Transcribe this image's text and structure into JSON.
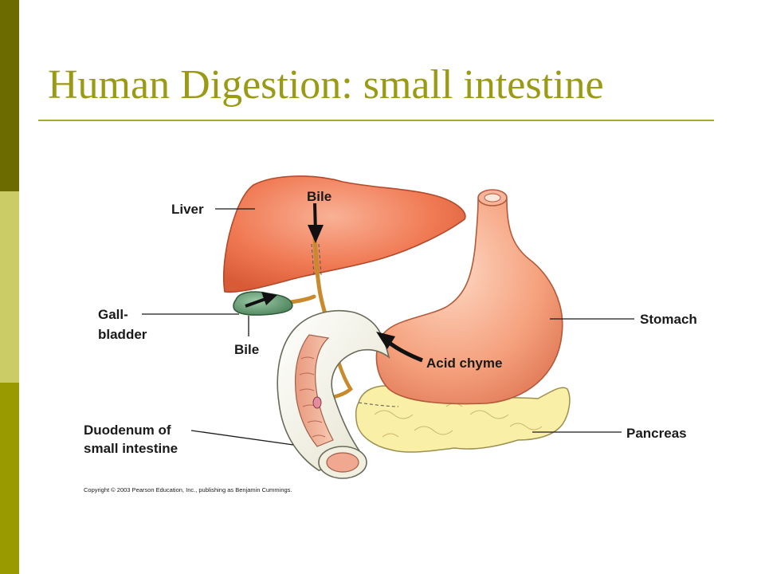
{
  "slide": {
    "title": "Human Digestion: small intestine",
    "colors": {
      "title": "#9a9a14",
      "rule": "#a8a82a",
      "bar_top": "#6b6b00",
      "bar_middle": "#cccc66",
      "bar_bottom": "#999900"
    }
  },
  "diagram": {
    "labels": {
      "liver": "Liver",
      "bile_top": "Bile",
      "gall_line1": "Gall-",
      "gall_line2": "bladder",
      "bile_bottom": "Bile",
      "stomach": "Stomach",
      "acid_chyme": "Acid chyme",
      "duodenum_line1": "Duodenum of",
      "duodenum_line2": "small intestine",
      "pancreas": "Pancreas"
    },
    "copyright": "Copyright © 2003 Pearson Education, Inc., publishing as Benjamin Cummings.",
    "organ_colors": {
      "liver": "#f07a54",
      "gallbladder": "#5f9a70",
      "stomach": "#f5a07c",
      "pancreas": "#faefa6",
      "duodenum": "#f2f1e4",
      "duct": "#c88a2c"
    },
    "icons": [
      "arrow-icon"
    ]
  }
}
